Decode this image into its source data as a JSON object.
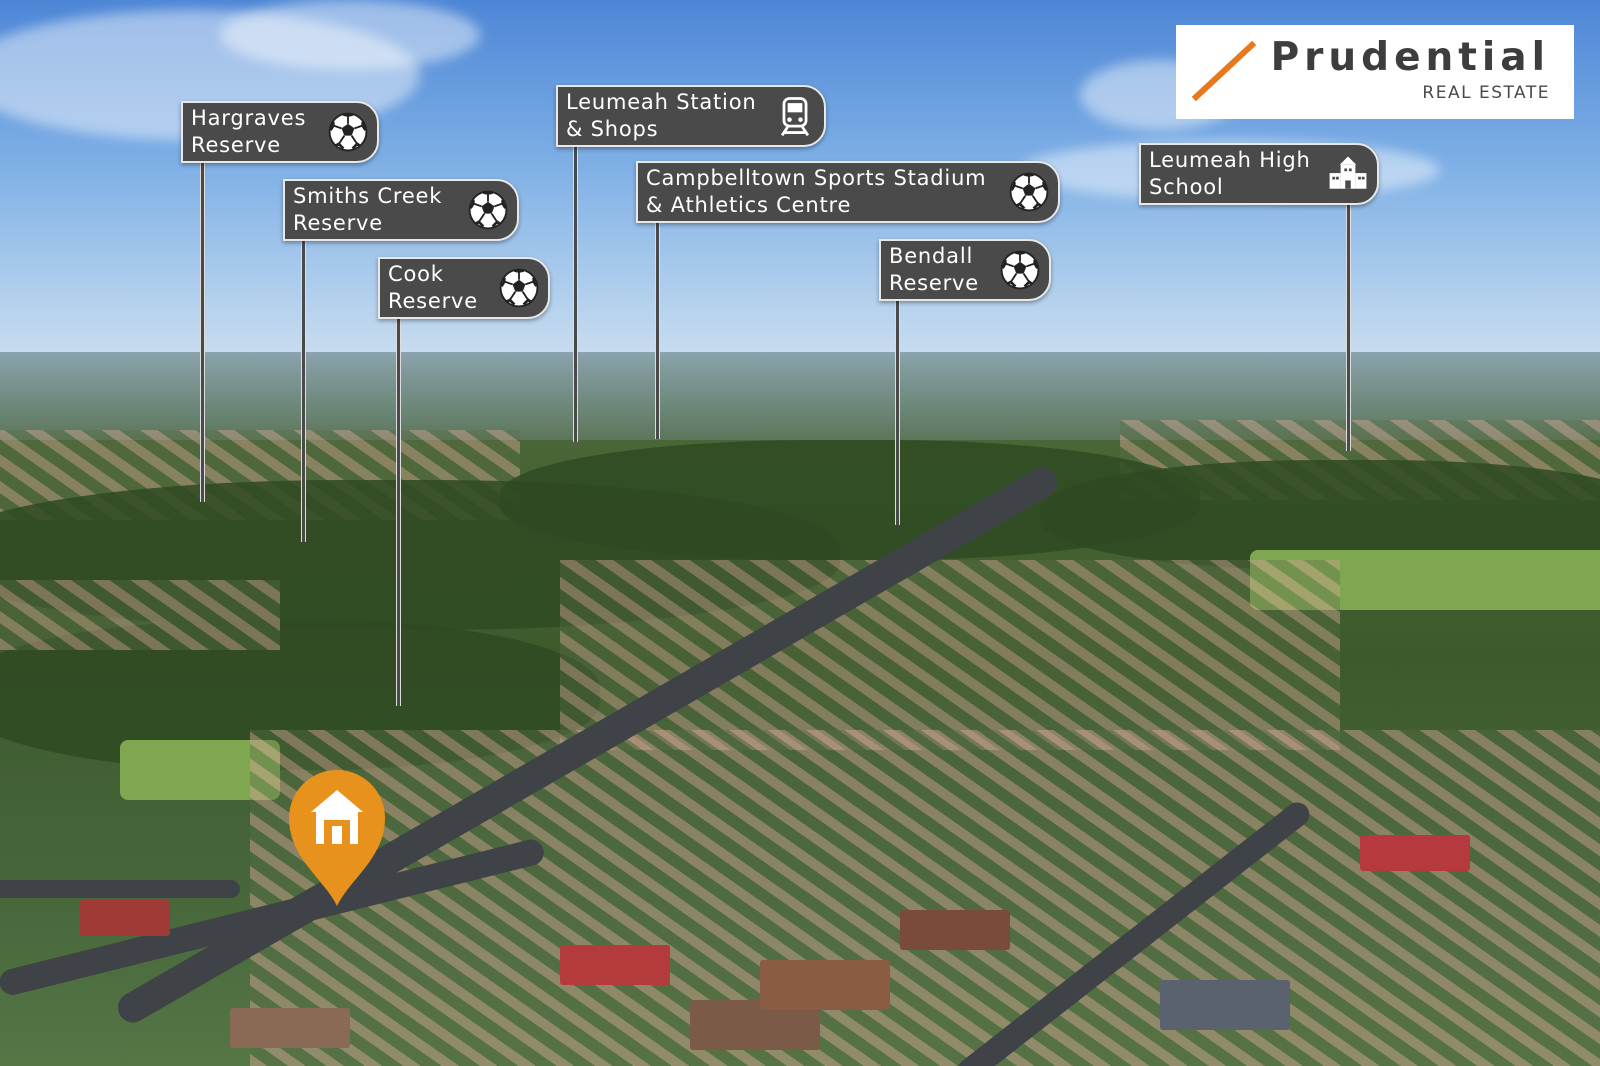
{
  "brand": {
    "name": "Prudential",
    "subtitle": "REAL ESTATE",
    "accent_color": "#e8781e"
  },
  "signs": [
    {
      "id": "hargraves",
      "text": "Hargraves\nReserve",
      "icon": "soccer-ball-icon"
    },
    {
      "id": "smiths",
      "text": "Smiths Creek\nReserve",
      "icon": "soccer-ball-icon"
    },
    {
      "id": "cook",
      "text": "Cook\nReserve",
      "icon": "soccer-ball-icon"
    },
    {
      "id": "leumeah-station",
      "text": "Leumeah Station\n& Shops",
      "icon": "train-icon"
    },
    {
      "id": "campbelltown",
      "text": "Campbelltown Sports Stadium\n& Athletics Centre",
      "icon": "soccer-ball-icon"
    },
    {
      "id": "bendall",
      "text": "Bendall\nReserve",
      "icon": "soccer-ball-icon"
    },
    {
      "id": "leumeah-high",
      "text": "Leumeah High\nSchool",
      "icon": "school-icon"
    }
  ],
  "pin": {
    "icon": "house-icon",
    "color": "#e8921e"
  }
}
